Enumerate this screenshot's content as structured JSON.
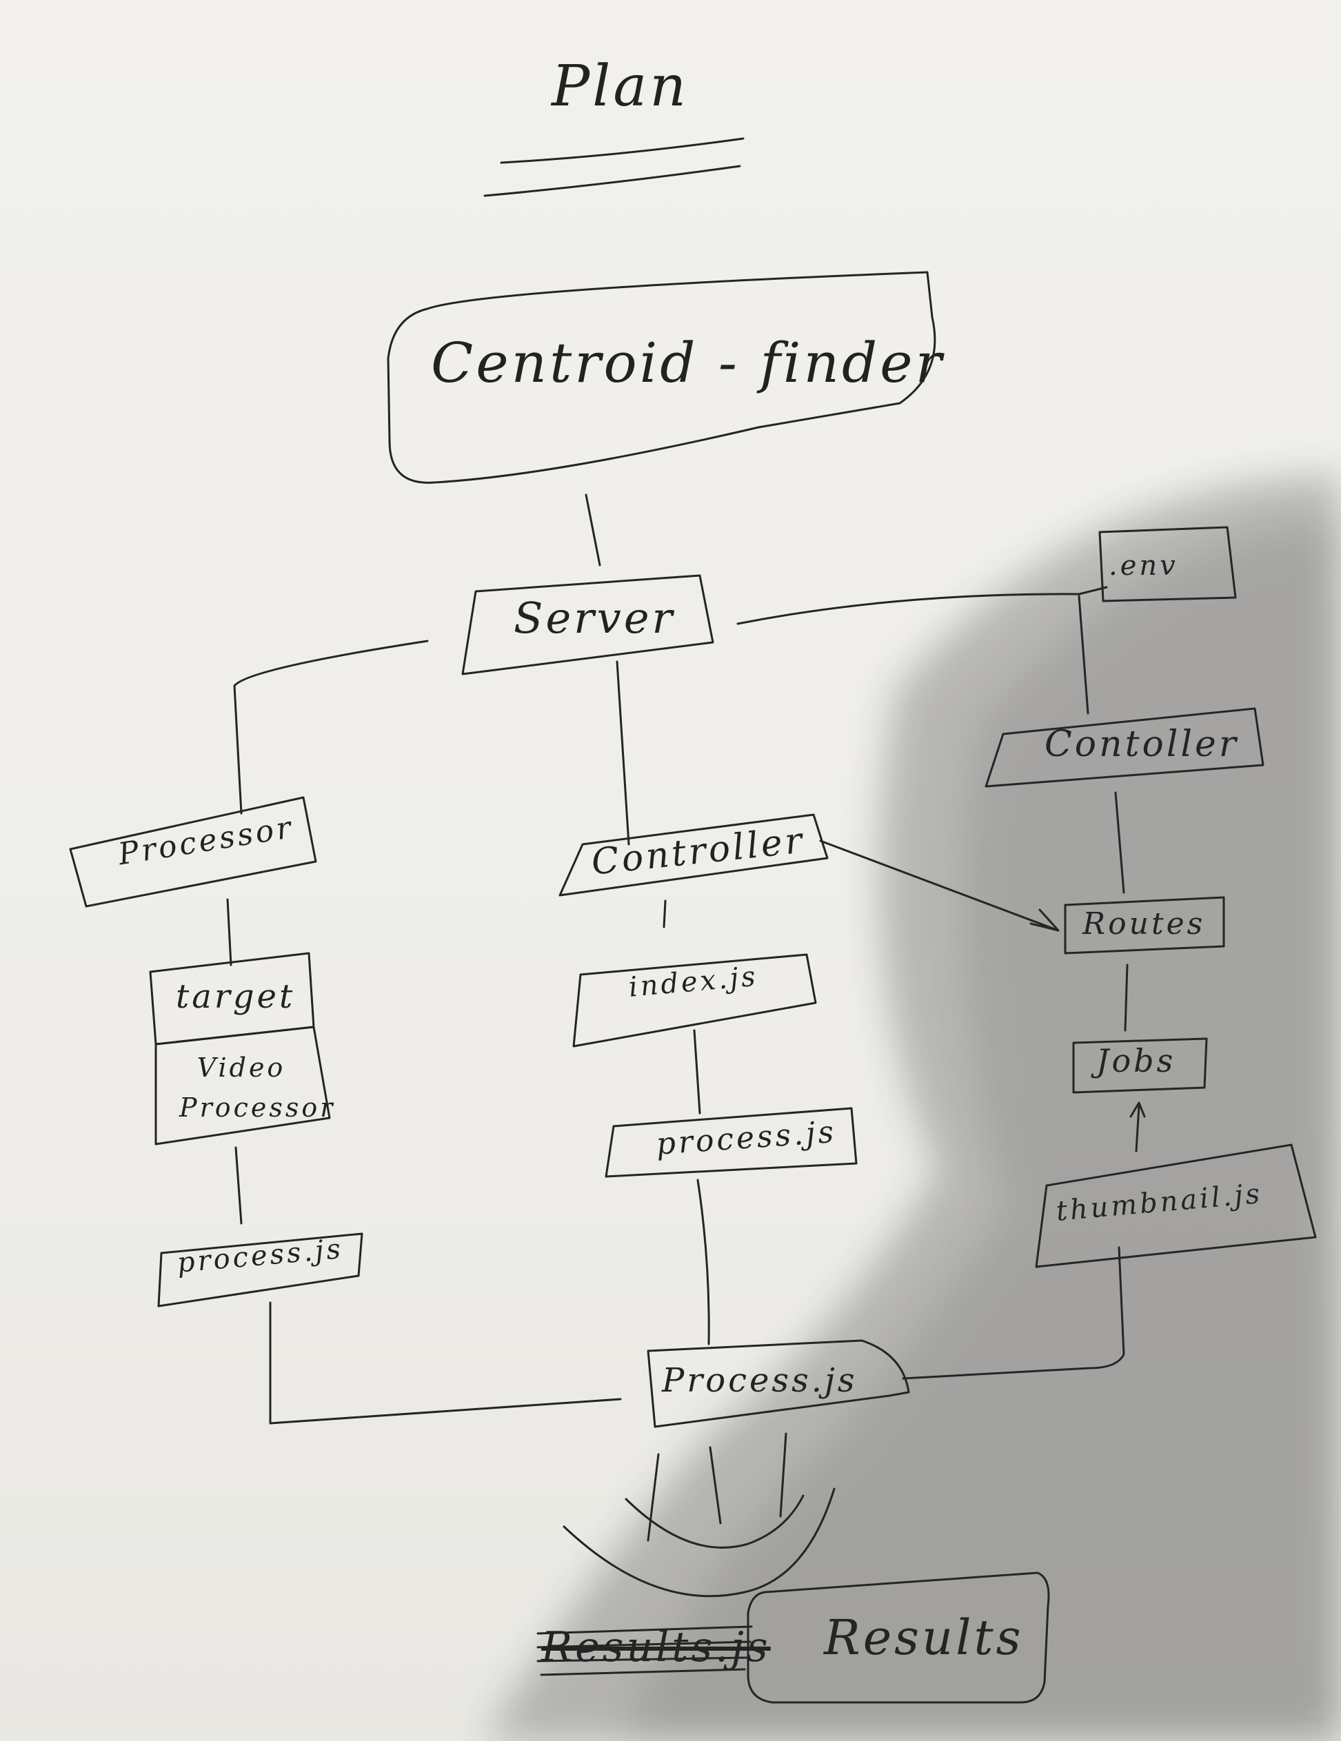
{
  "diagram": {
    "title": "Plan",
    "nodes": {
      "root": "Centroid - finder",
      "server": "Server",
      "env": ".env",
      "processor": "Processor",
      "controller_mid": "Controller",
      "controller_right": "Contoller",
      "target": "target",
      "video_processor": "Video Processor",
      "process_left": "process.js",
      "index_js": "index.js",
      "process_mid": "process.js",
      "routes": "Routes",
      "jobs": "Jobs",
      "thumbnail": "thumbnail.js",
      "process_main": "Process.js",
      "results_struck": "Results.js",
      "results": "Results"
    }
  }
}
